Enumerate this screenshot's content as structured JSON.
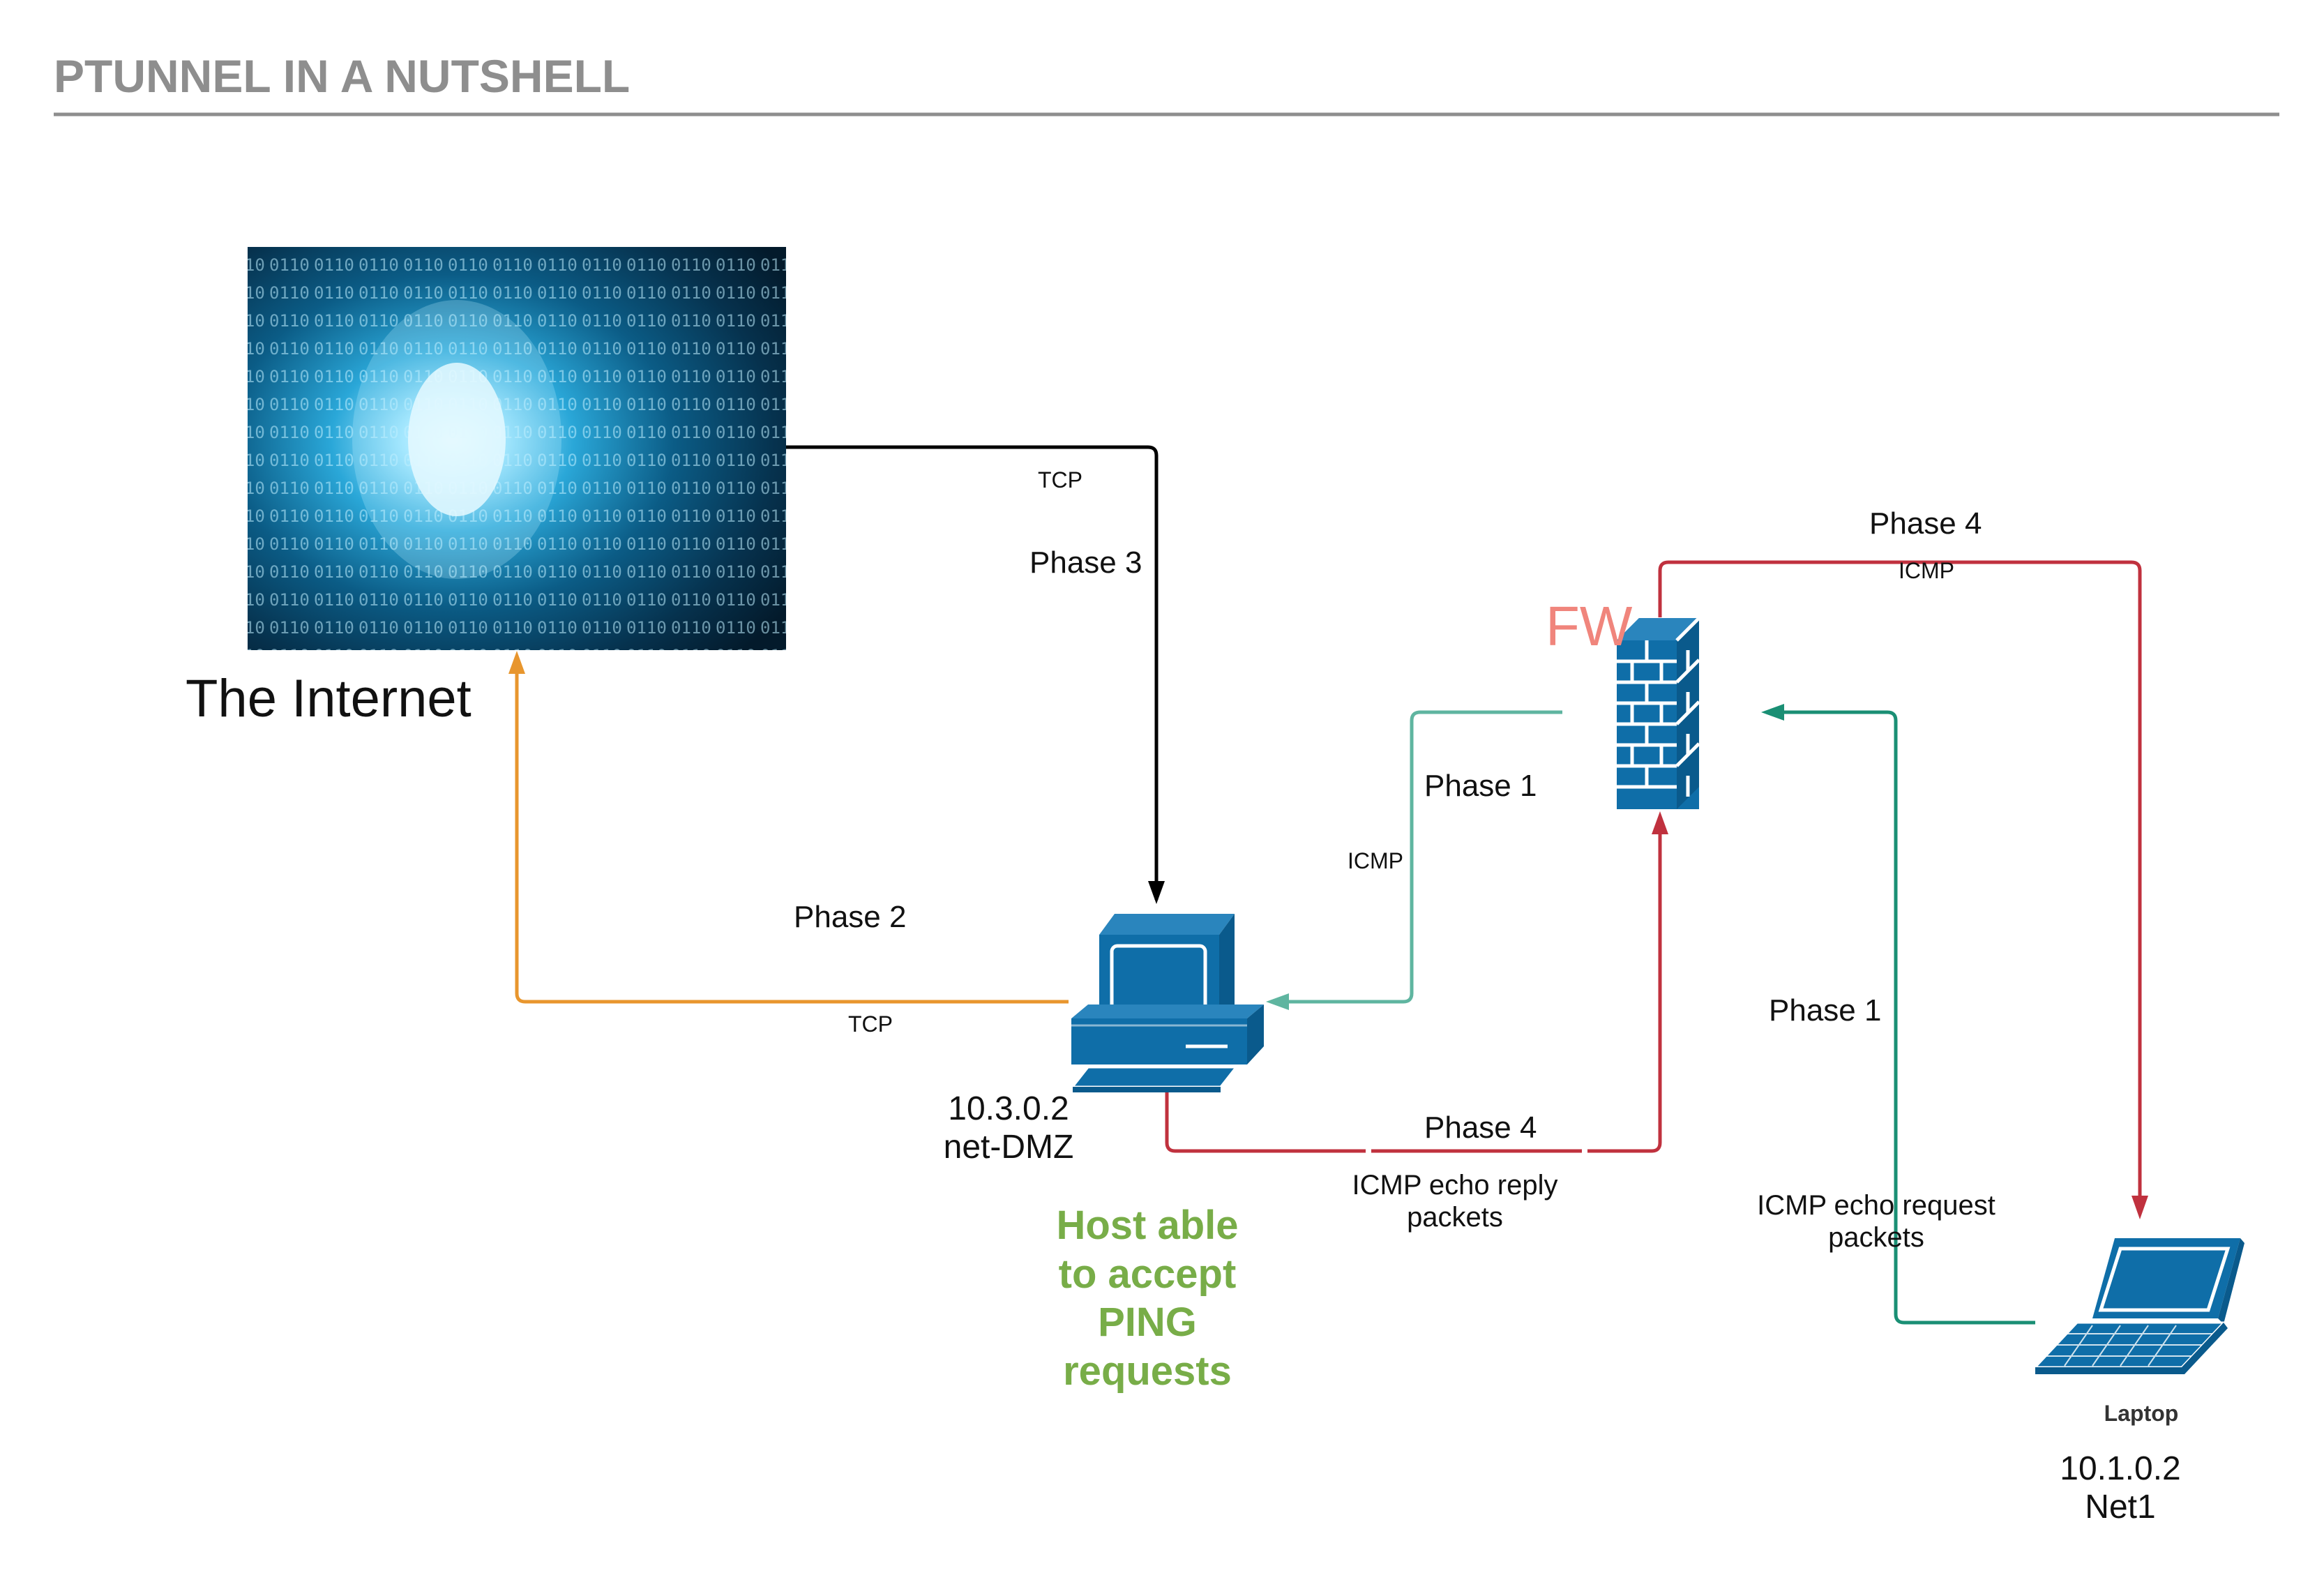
{
  "title": "PTUNNEL IN A NUTSHELL",
  "colors": {
    "title": "#8e8e8e",
    "tcp_phase3": "#000000",
    "tcp_phase2": "#e8962e",
    "icmp_phase1": "#5fb5a0",
    "icmp_phase1_laptop": "#1a8f74",
    "icmp_phase4": "#c0313e",
    "device_blue": "#0f6ea8",
    "fw_label": "#f0857c",
    "host_note": "#78ad48"
  },
  "nodes": {
    "internet": {
      "label": "The Internet",
      "icon": "binary-tunnel-image"
    },
    "dmz_host": {
      "ip": "10.3.0.2",
      "net": "net-DMZ",
      "icon": "desktop-computer-icon"
    },
    "firewall": {
      "label": "FW",
      "icon": "firewall-brick-icon"
    },
    "laptop": {
      "label": "Laptop",
      "ip": "10.1.0.2",
      "net": "Net1",
      "icon": "laptop-icon"
    }
  },
  "edges": {
    "phase3": {
      "phase": "Phase 3",
      "protocol": "TCP"
    },
    "phase2": {
      "phase": "Phase 2",
      "protocol": "TCP"
    },
    "phase1_fw_to_host": {
      "phase": "Phase 1",
      "protocol": "ICMP"
    },
    "phase1_laptop_to_fw": {
      "phase": "Phase 1",
      "protocol_line1": "ICMP echo request",
      "protocol_line2": "packets"
    },
    "phase4_fw_to_laptop": {
      "phase": "Phase 4",
      "protocol": "ICMP"
    },
    "phase4_host_to_fw": {
      "phase": "Phase 4",
      "protocol_line1": "ICMP echo reply",
      "protocol_line2": "packets"
    }
  },
  "notes": {
    "host_note": [
      "Host able",
      "to accept",
      "PING",
      "requests"
    ]
  }
}
